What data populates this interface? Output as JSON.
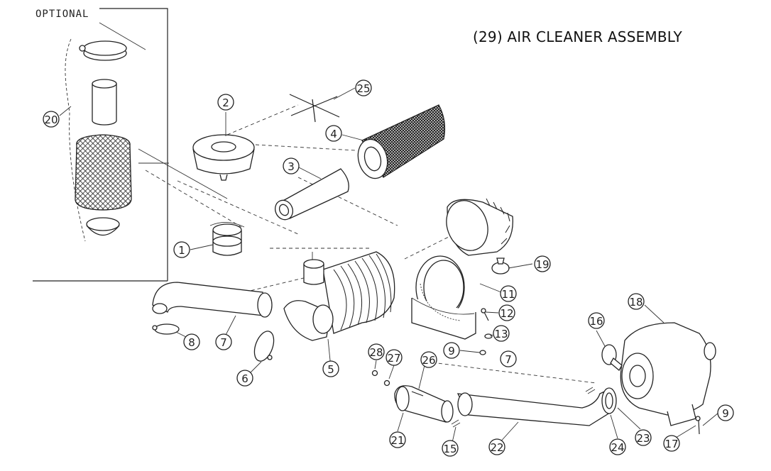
{
  "title": "(29) AIR CLEANER ASSEMBLY",
  "optional_label": "OPTIONAL",
  "callouts": [
    {
      "id": "c20",
      "label": "20"
    },
    {
      "id": "c2a",
      "label": "2"
    },
    {
      "id": "c25",
      "label": "25"
    },
    {
      "id": "c4",
      "label": "4"
    },
    {
      "id": "c3",
      "label": "3"
    },
    {
      "id": "c1a",
      "label": "1"
    },
    {
      "id": "c19",
      "label": "19"
    },
    {
      "id": "c11",
      "label": "11"
    },
    {
      "id": "c12",
      "label": "12"
    },
    {
      "id": "c13",
      "label": "13"
    },
    {
      "id": "c9a",
      "label": "9"
    },
    {
      "id": "c7a",
      "label": "7"
    },
    {
      "id": "c8",
      "label": "8"
    },
    {
      "id": "c7b",
      "label": "7"
    },
    {
      "id": "c6",
      "label": "6"
    },
    {
      "id": "c5",
      "label": "5"
    },
    {
      "id": "c28",
      "label": "28"
    },
    {
      "id": "c27",
      "label": "27"
    },
    {
      "id": "c26",
      "label": "26"
    },
    {
      "id": "c16",
      "label": "16"
    },
    {
      "id": "c18",
      "label": "18"
    },
    {
      "id": "c21",
      "label": "21"
    },
    {
      "id": "c15",
      "label": "15"
    },
    {
      "id": "c22",
      "label": "22"
    },
    {
      "id": "c24",
      "label": "24"
    },
    {
      "id": "c23",
      "label": "23"
    },
    {
      "id": "c17",
      "label": "17"
    },
    {
      "id": "c9b",
      "label": "9"
    }
  ]
}
